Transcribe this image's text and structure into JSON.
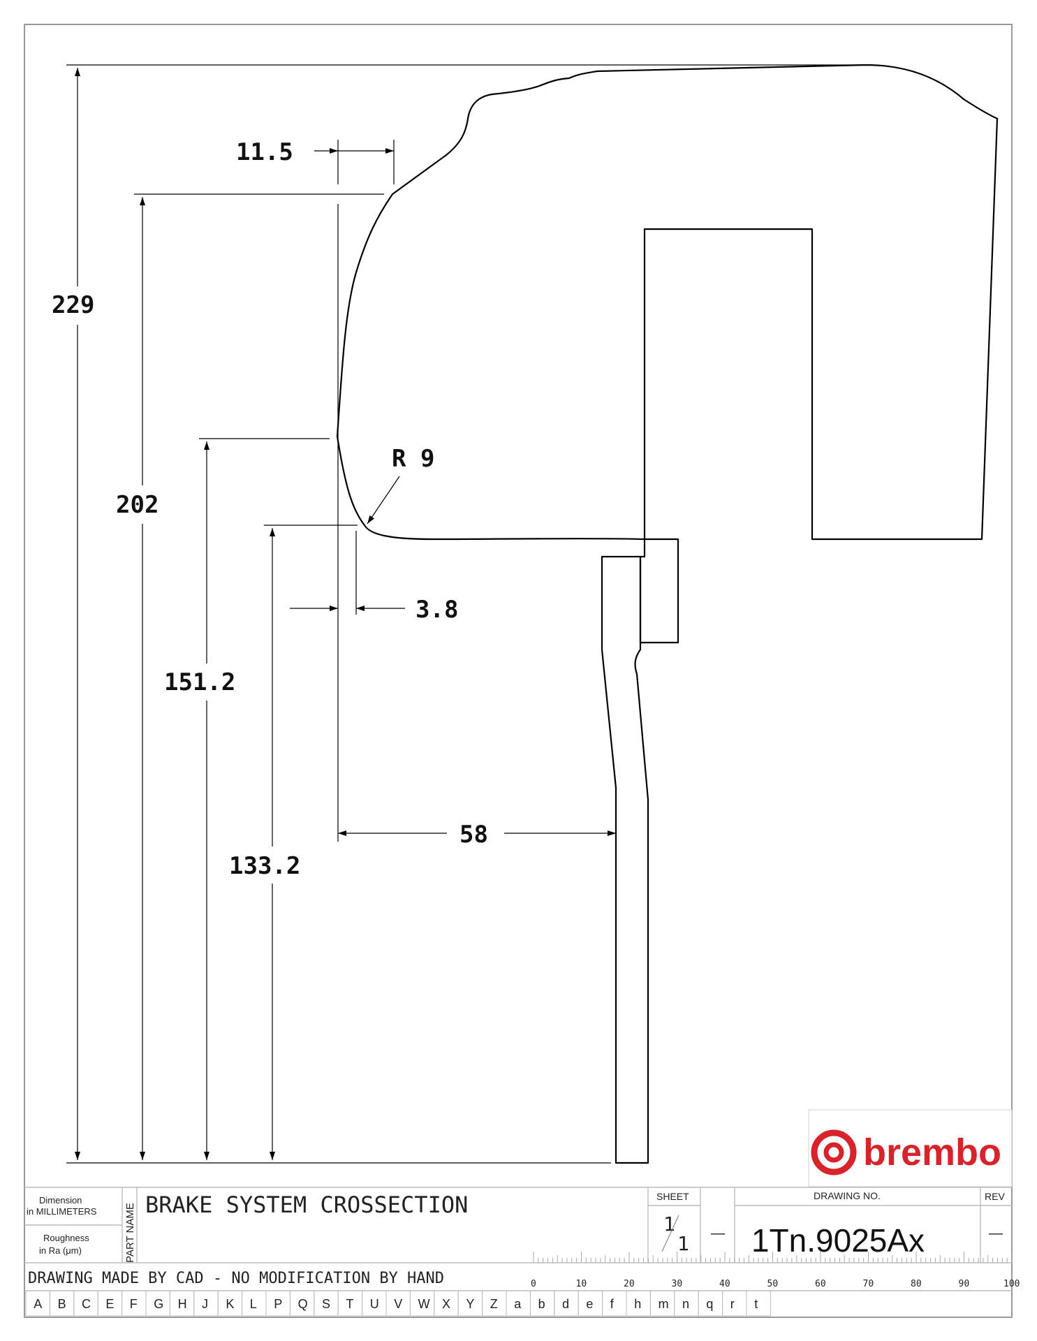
{
  "dimensions": {
    "d_229": "229",
    "d_202": "202",
    "d_151_2": "151.2",
    "d_133_2": "133.2",
    "d_11_5": "11.5",
    "d_3_8": "3.8",
    "d_58": "58",
    "r_9": "R 9"
  },
  "title_block": {
    "dimension_line1": "Dimension",
    "dimension_line2": "in MILLIMETERS",
    "roughness_line1": "Roughness",
    "roughness_line2": "in Ra (μm)",
    "part_name_label": "PART NAME",
    "part_name": "BRAKE SYSTEM CROSSECTION",
    "sheet_label": "SHEET",
    "sheet_num": "1",
    "sheet_den": "1",
    "sheet_dash": "—",
    "drawing_no_label": "DRAWING NO.",
    "drawing_no": "1Tn.9025Ax",
    "rev_label": "REV",
    "rev_value": "—",
    "cad_note": "DRAWING MADE BY CAD - NO MODIFICATION BY HAND",
    "brand": "brembo",
    "brand_color": "#d8232a"
  },
  "scale_labels": [
    "0",
    "10",
    "20",
    "30",
    "40",
    "50",
    "60",
    "70",
    "80",
    "90",
    "100"
  ],
  "letters": [
    "A",
    "B",
    "C",
    "E",
    "F",
    "G",
    "H",
    "J",
    "K",
    "L",
    "P",
    "Q",
    "S",
    "T",
    "U",
    "V",
    "W",
    "X",
    "Y",
    "Z",
    "a",
    "b",
    "d",
    "e",
    "f",
    "h",
    "m",
    "n",
    "q",
    "r",
    "t"
  ]
}
